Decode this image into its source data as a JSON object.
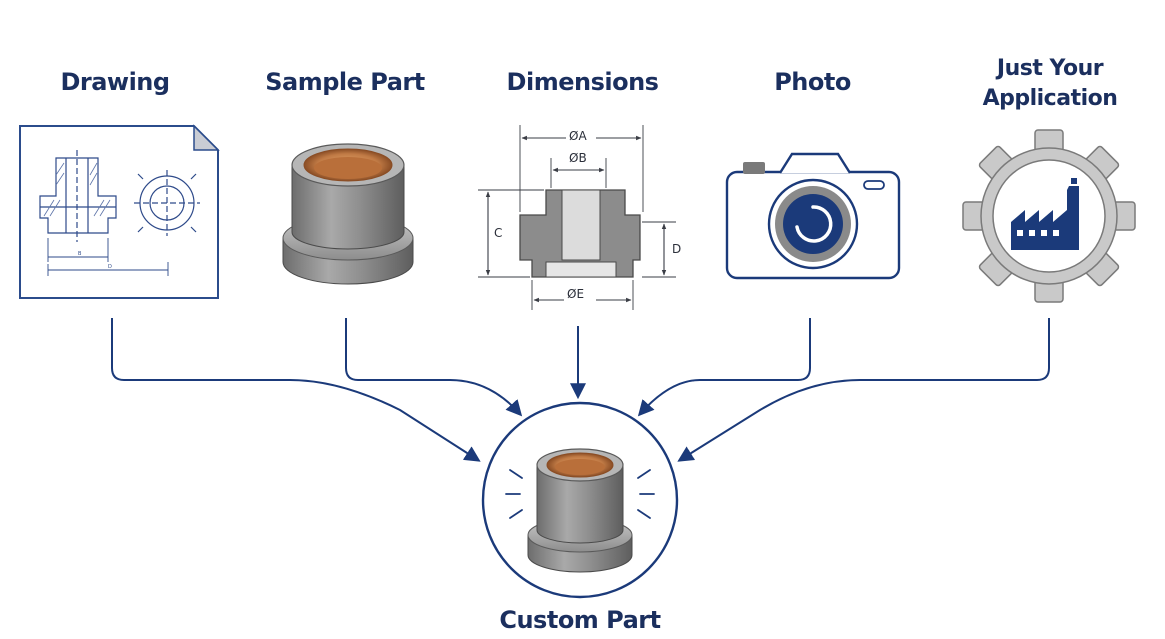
{
  "sources": [
    {
      "label": "Drawing",
      "icon": "technical-drawing-icon"
    },
    {
      "label": "Sample Part",
      "icon": "bushing-part-icon"
    },
    {
      "label": "Dimensions",
      "icon": "dimensioned-section-icon"
    },
    {
      "label": "Photo",
      "icon": "camera-icon"
    },
    {
      "label_line1": "Just Your",
      "label_line2": "Application",
      "icon": "gear-factory-icon"
    }
  ],
  "dimensions": {
    "a": "ØA",
    "b": "ØB",
    "c": "C",
    "d": "D",
    "e": "ØE"
  },
  "drawing_labels": {
    "b": "B",
    "d": "D"
  },
  "target": {
    "label": "Custom Part",
    "icon": "custom-bushing-icon"
  },
  "colors": {
    "navy": "#1b3a7a",
    "text": "#1b2f5e",
    "steel": "#8c8c8c",
    "bronze": "#c07a45"
  }
}
